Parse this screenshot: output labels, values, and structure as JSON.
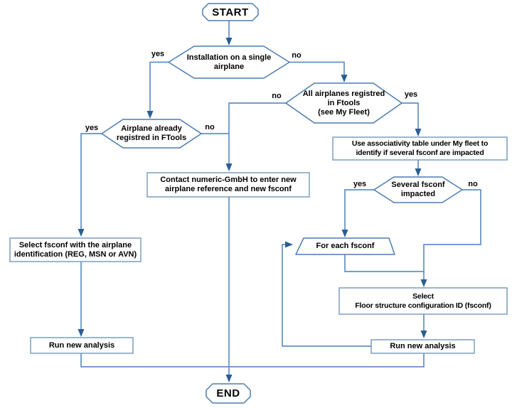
{
  "colors": {
    "wire": "#6290c3",
    "arrow": "#2b5d92",
    "shape": "#4d7cb0",
    "box": "#7296bc",
    "text": "#000000"
  },
  "nodes": {
    "start": {
      "label": "START"
    },
    "install_single": {
      "lines": [
        "Installation on a single",
        "airplane"
      ]
    },
    "all_registered": {
      "lines": [
        "All airplanes registred",
        "in Ftools",
        "(see My Fleet)"
      ]
    },
    "already_registered": {
      "lines": [
        "Airplane already",
        "registred in FTools"
      ]
    },
    "contact": {
      "lines": [
        "Contact numeric-GmbH to enter new",
        "airplane reference and new fsconf"
      ]
    },
    "use_assoc": {
      "lines": [
        "Use associativity table under My fleet to",
        "identify if several fsconf are impacted"
      ]
    },
    "several_fsconf": {
      "lines": [
        "Several fsconf",
        "impacted"
      ]
    },
    "for_each": {
      "label": "For each fsconf"
    },
    "select_fsconf": {
      "lines": [
        "Select fsconf with the airplane",
        "identification (REG, MSN or AVN)"
      ]
    },
    "select_floor": {
      "lines": [
        "Select",
        "Floor structure configuration ID (fsconf)"
      ]
    },
    "run_left": {
      "label": "Run new analysis"
    },
    "run_right": {
      "label": "Run new analysis"
    },
    "end": {
      "label": "END"
    }
  },
  "edge_labels": {
    "install_yes": "yes",
    "install_no": "no",
    "all_reg_no": "no",
    "all_reg_yes": "yes",
    "already_yes": "yes",
    "already_no": "no",
    "several_yes": "yes",
    "several_no": "no"
  }
}
